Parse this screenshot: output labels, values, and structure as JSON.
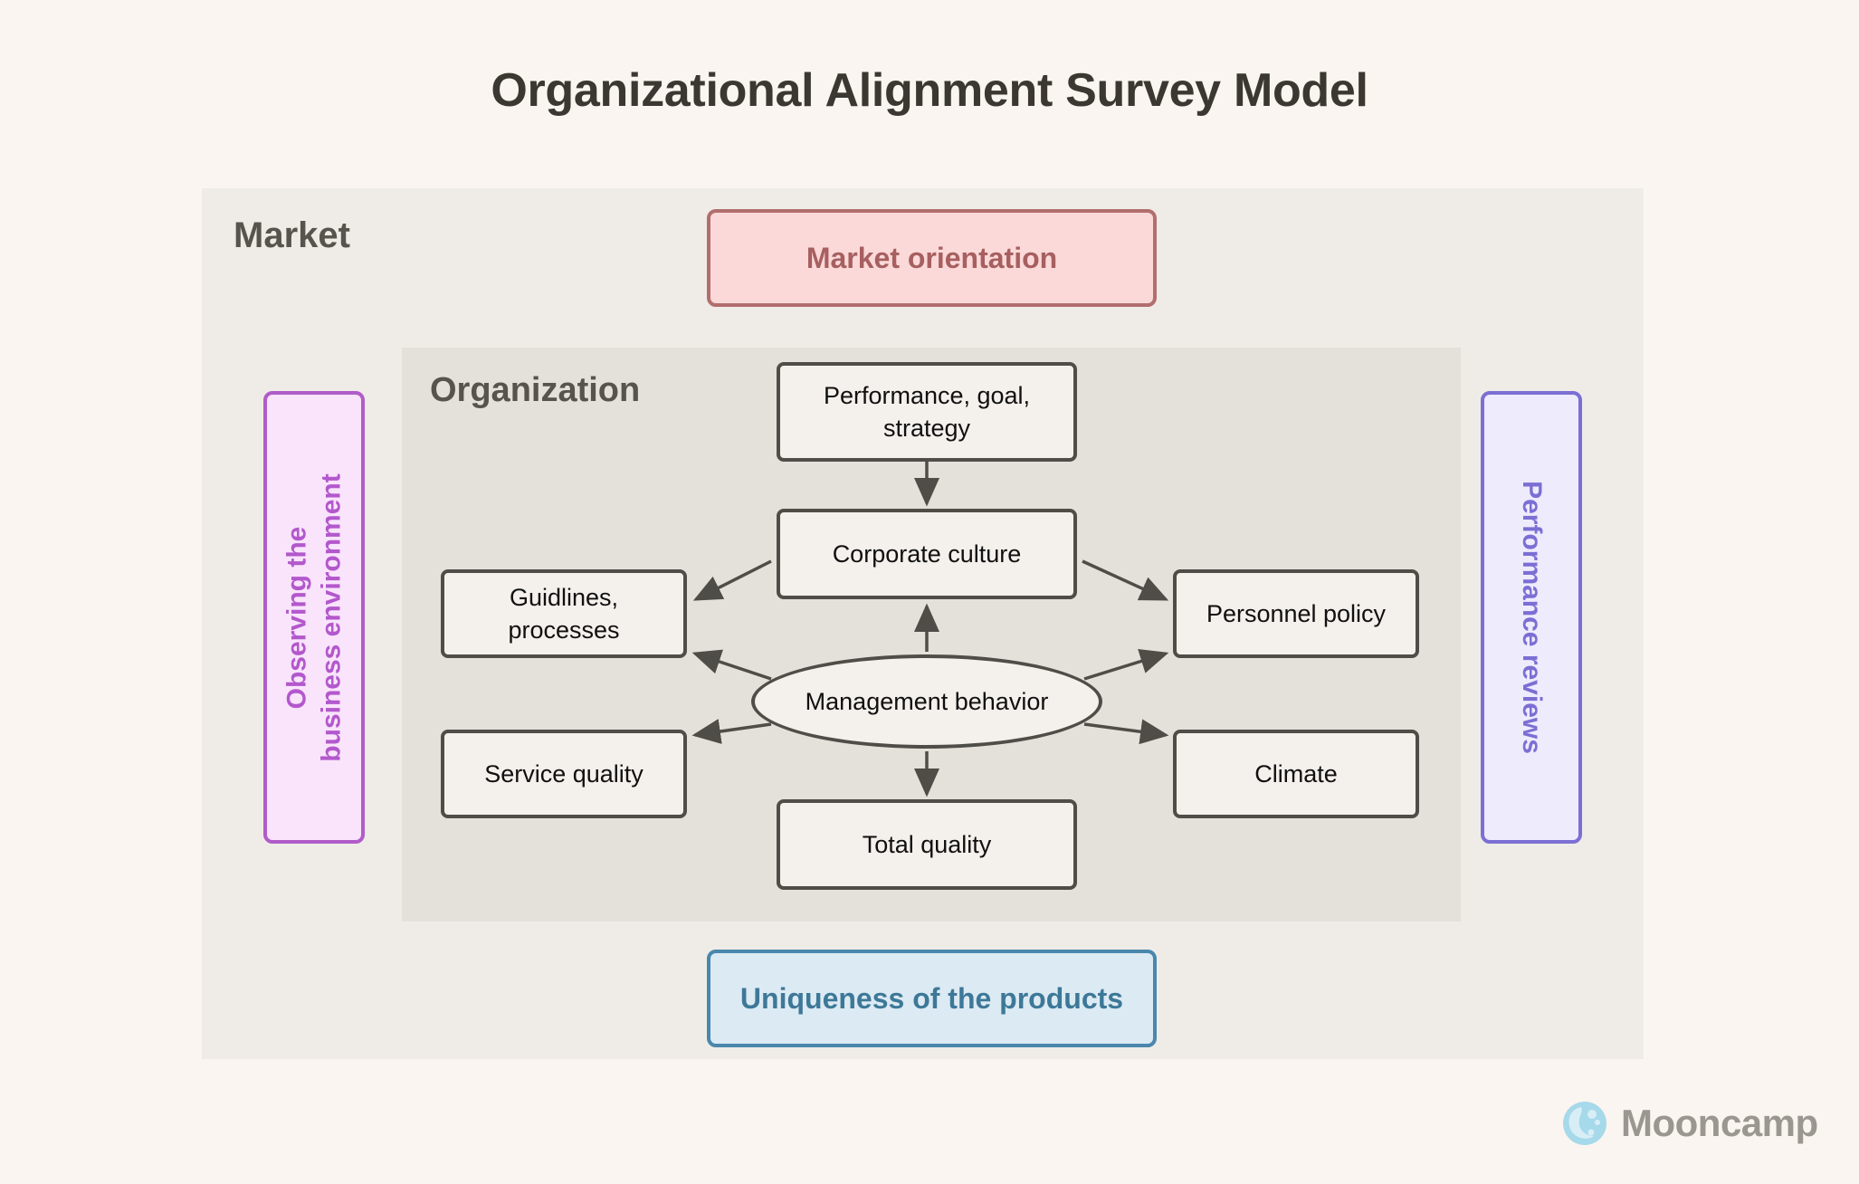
{
  "title": "Organizational Alignment Survey Model",
  "outer": {
    "label": "Market"
  },
  "market_orientation": {
    "label": "Market orientation",
    "fill": "#fbd9d9",
    "border": "#b26e6e",
    "text_color": "#a75f5f"
  },
  "organization": {
    "label": "Organization",
    "nodes": {
      "performance": "Performance, goal, strategy",
      "culture": "Corporate culture",
      "guidelines": "Guidlines, processes",
      "personnel": "Personnel policy",
      "service": "Service quality",
      "climate": "Climate",
      "total": "Total quality",
      "management": "Management behavior"
    }
  },
  "side_labels": {
    "left_line1": "Observing the",
    "left_line2": "business environment",
    "left_color": "#b358cc",
    "left_fill": "#f9e4fc",
    "right": "Performance reviews",
    "right_color": "#7b6fd4",
    "right_fill": "#eeebfd"
  },
  "uniqueness": {
    "label": "Uniqueness of the products",
    "fill": "#dceaf3",
    "border": "#4a87ad",
    "text_color": "#3d7898"
  },
  "brand": {
    "name": "Mooncamp",
    "moon_color": "#a6d9ea",
    "text_color": "#9a9690"
  }
}
